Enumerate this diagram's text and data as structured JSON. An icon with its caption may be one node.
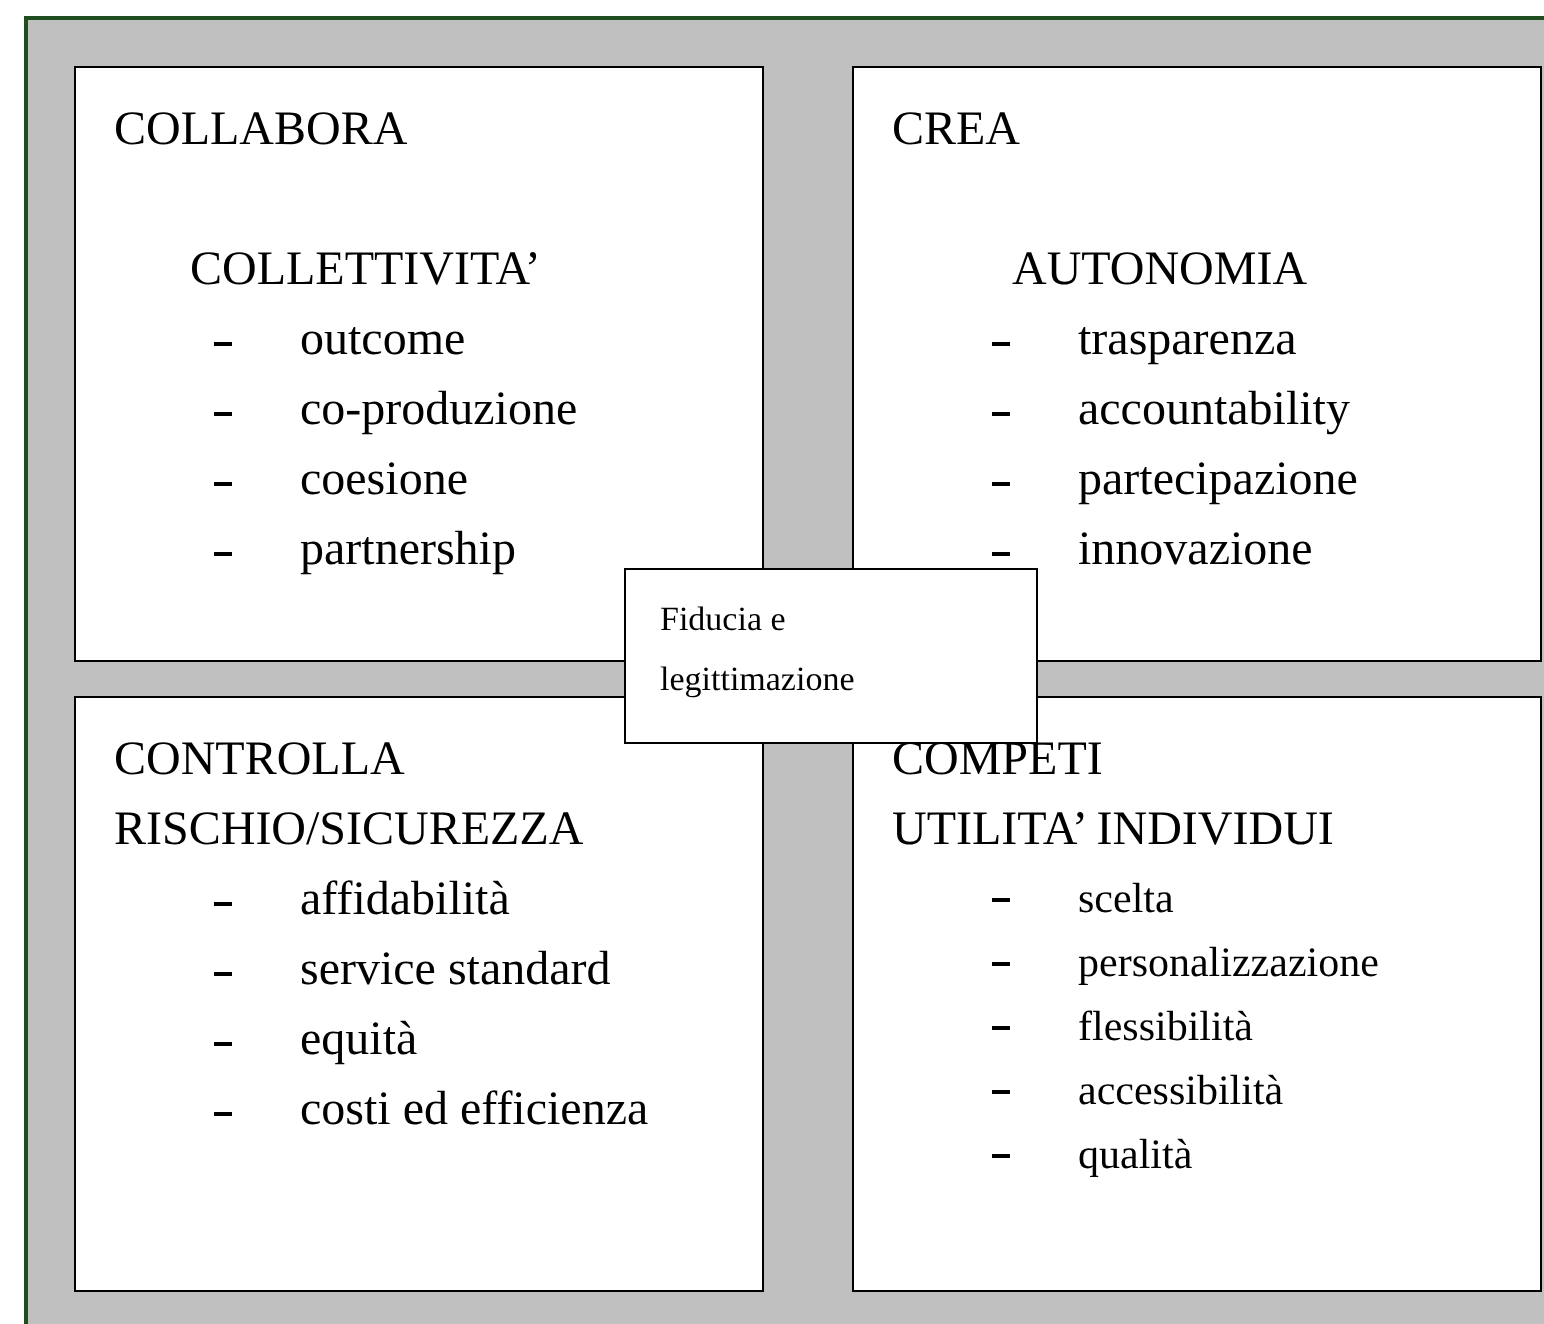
{
  "diagram": {
    "nodes": [
      {
        "text": [],
        "shape": "box"
      },
      {
        "text": [
          "COLLABORA",
          "COLLETTIVITA’",
          "outcome",
          "co-produzione",
          "coesione",
          "partnership"
        ],
        "in": 0
      },
      {
        "text": [
          "CREA",
          "AUTONOMIA",
          "trasparenza",
          "accountability",
          "partecipazione",
          "innovazione"
        ],
        "in": 0
      },
      {
        "text": [
          "CONTROLLA",
          "RISCHIO/SICUREZZA",
          "affidabilità",
          "service standard",
          "equità",
          "costi ed efficienza"
        ],
        "in": 0
      },
      {
        "text": [
          "COMPETI",
          "UTILITA’ INDIVIDUI",
          "scelta",
          "personalizzazione",
          "flessibilità",
          "accessibilità",
          "qualità"
        ],
        "in": 0
      },
      {
        "text": [
          "Fiducia e legittimazione"
        ],
        "in": 0
      }
    ]
  }
}
